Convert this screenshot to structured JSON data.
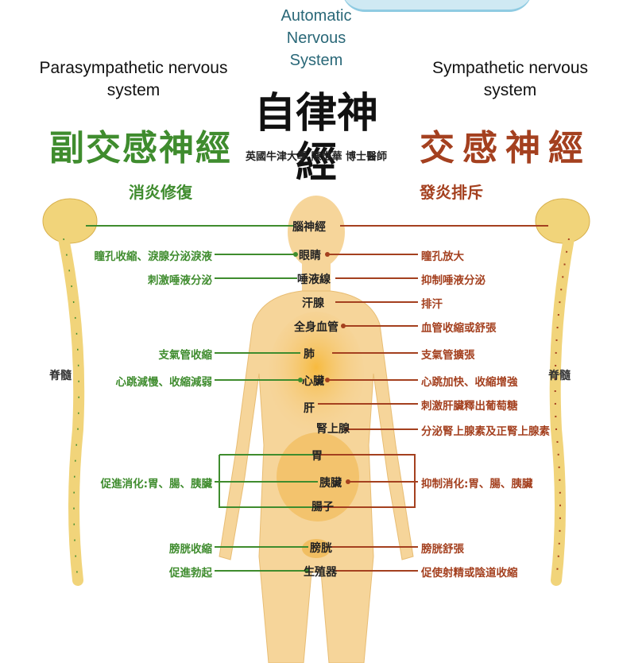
{
  "header": {
    "center_top": [
      "Automatic",
      "Nervous",
      "System"
    ],
    "left": [
      "Parasympathetic nervous",
      "system"
    ],
    "right": [
      "Sympathetic nervous",
      "system"
    ]
  },
  "title": {
    "main": "自律神經",
    "author": "英國牛津大學 陳惟華 博士醫師"
  },
  "parasympathetic": {
    "title": "副交感神經",
    "subtitle": "消炎修復",
    "spine_label": "脊髓",
    "effects": {
      "eye": "瞳孔收縮、淚腺分泌淚液",
      "saliva": "刺激唾液分泌",
      "lung": "支氣管收縮",
      "heart": "心跳減慢、收縮減弱",
      "digestion": "促進消化:胃、腸、胰臟",
      "bladder": "膀胱收縮",
      "genital": "促進勃起"
    }
  },
  "sympathetic": {
    "title": "交感神經",
    "subtitle": "發炎排斥",
    "spine_label": "脊髓",
    "effects": {
      "eye": "瞳孔放大",
      "saliva": "抑制唾液分泌",
      "sweat": "排汗",
      "vessels": "血管收縮或舒張",
      "lung": "支氣管擴張",
      "heart": "心跳加快、收縮增強",
      "liver": "刺激肝臟釋出葡萄糖",
      "adrenal": "分泌腎上腺素及正腎上腺素",
      "digestion": "抑制消化:胃、腸、胰臟",
      "bladder": "膀胱舒張",
      "genital": "促使射精或陰道收縮"
    }
  },
  "organs": {
    "cranial": "腦神經",
    "eye": "眼睛",
    "saliva": "唾液線",
    "sweat": "汗腺",
    "vessels": "全身血管",
    "lung": "肺",
    "heart": "心臟",
    "liver": "肝",
    "adrenal": "腎上腺",
    "stomach": "胃",
    "pancreas": "胰臟",
    "intestine": "腸子",
    "bladder": "膀胱",
    "genital": "生殖器"
  },
  "colors": {
    "para_green": "#3f8c2e",
    "sym_red": "#a4401f",
    "body": "#f4cf8e",
    "spine": "#f1d47a"
  }
}
